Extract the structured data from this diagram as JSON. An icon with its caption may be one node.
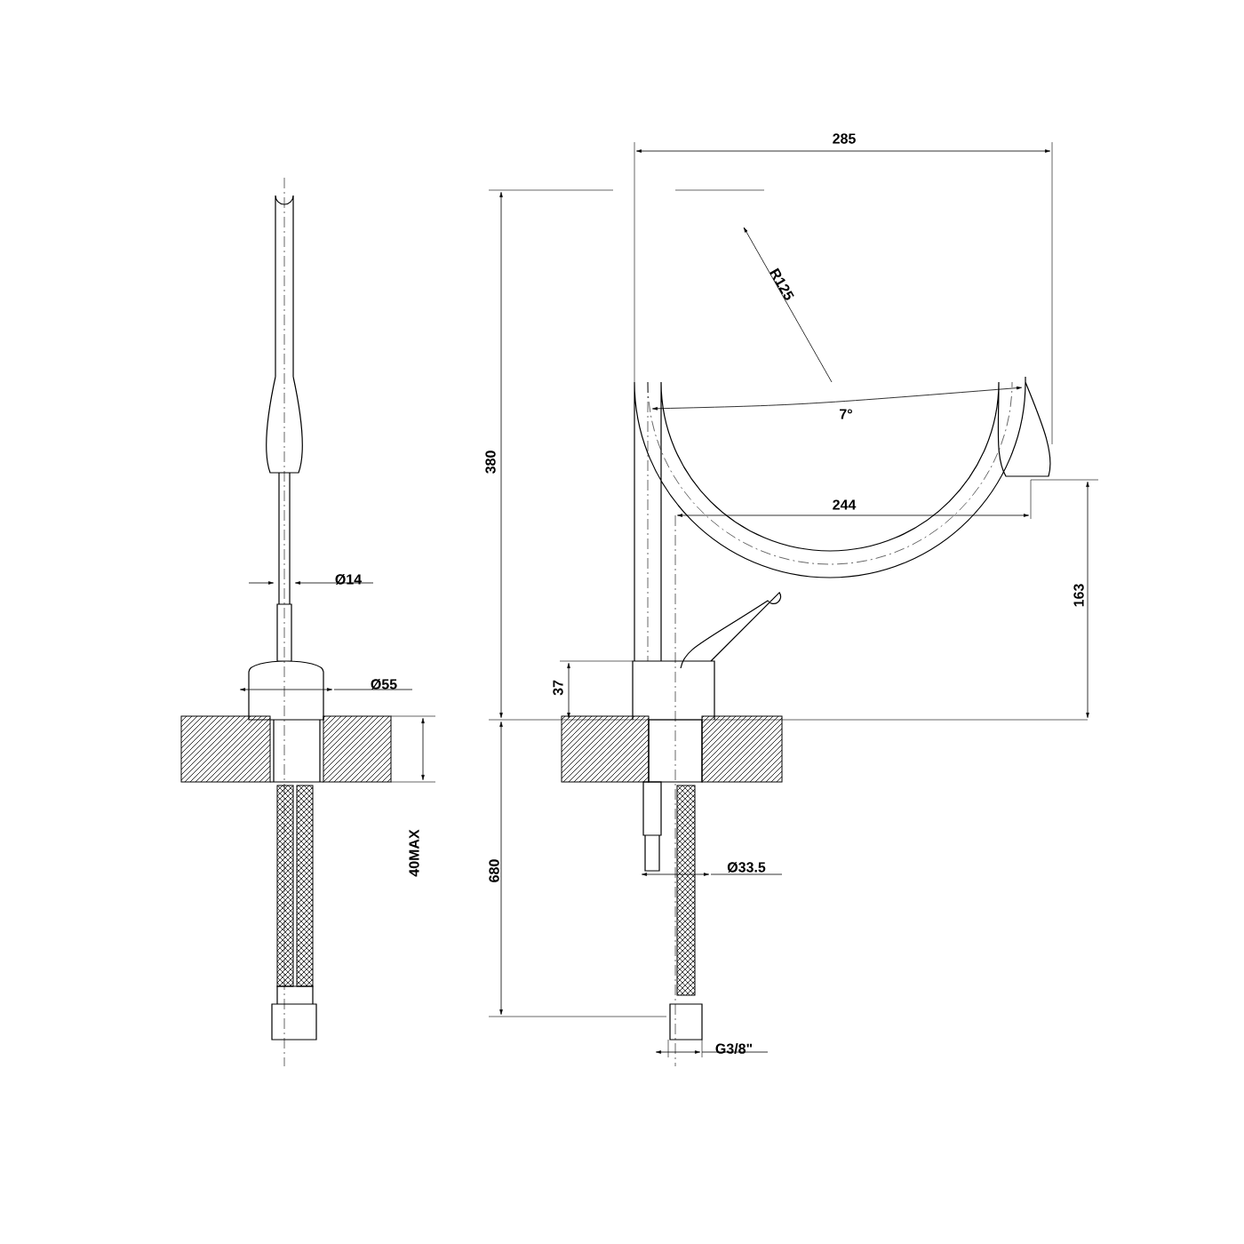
{
  "diagram": {
    "labels": [
      "285",
      "R125",
      "7°",
      "380",
      "244",
      "Ø14",
      "163",
      "37",
      "Ø55",
      "40MAX",
      "680",
      "Ø33.5",
      "G3/8\""
    ]
  }
}
